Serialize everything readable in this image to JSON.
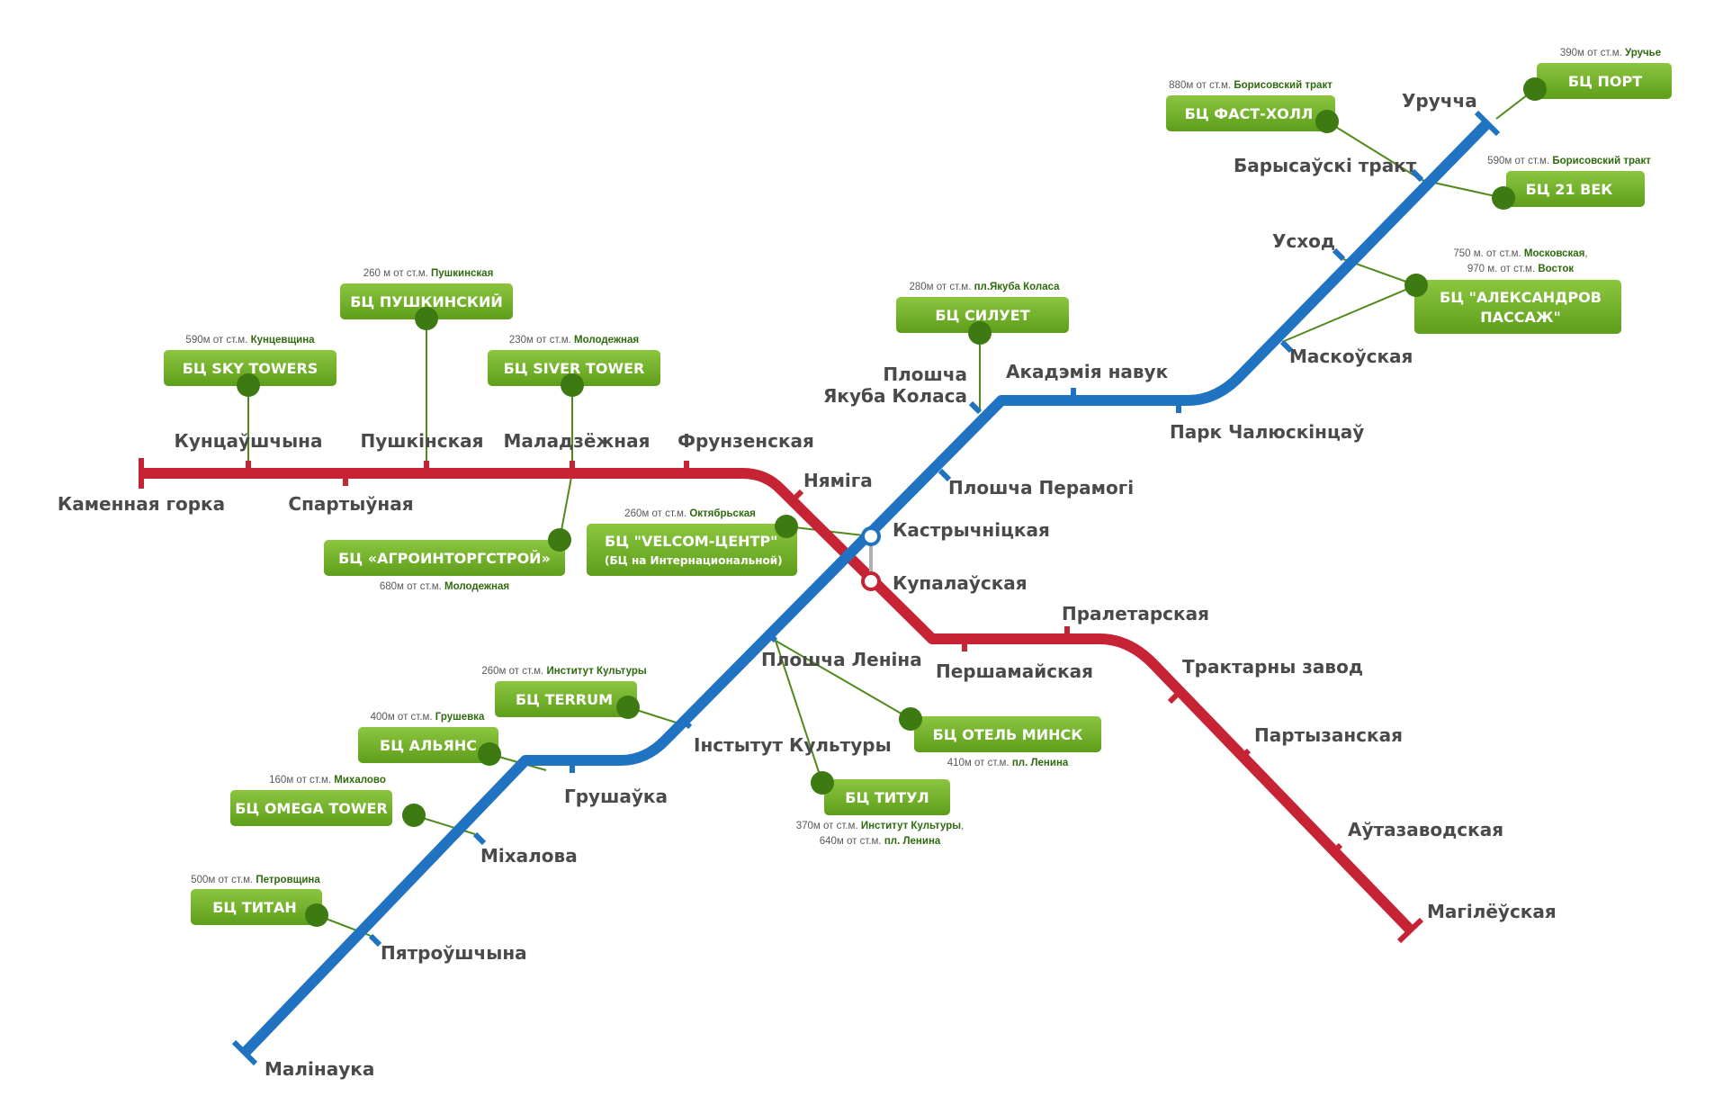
{
  "colors": {
    "red_line": "#c62335",
    "blue_line": "#1f73c1",
    "green_box": "#74b326",
    "green_dot": "#3e7a12",
    "connector": "#4f8a1b"
  },
  "stations": {
    "kamennaya_gorka": "Каменная горка",
    "kuntsaushchyna": "Кунцаўшчына",
    "spartyunaya": "Спартыўная",
    "pushkinskaya": "Пушкінская",
    "maladzyozhnaya": "Маладзёжная",
    "frunzenskaya": "Фрунзенская",
    "nyamiga": "Няміга",
    "kupalauskaya": "Купалаўская",
    "pershamayskaya": "Першамайская",
    "praletarskaya": "Пралетарская",
    "traktarny_zavod": "Трактарны завод",
    "partyzanskaya": "Партызанская",
    "autazavodskaya": "Аўтазаводская",
    "magileuskaya": "Магілёўская",
    "malinauka": "Малінаука",
    "pyatroushchyna": "Пятроўшчына",
    "mikhalova": "Міхалова",
    "grushauka": "Грушаўка",
    "instytut_kultury": "Інстытут Культуры",
    "ploshcha_lenina": "Плошча Леніна",
    "kastrychnitskaya": "Кастрычніцкая",
    "ploshcha_peramogi": "Плошча Перамогі",
    "ploshcha_yakuba_kolasa_1": "Плошча",
    "ploshcha_yakuba_kolasa_2": "Якуба Коласа",
    "akademiya_navuk": "Акадэмія навук",
    "park_chalyuskintsau": "Парк Чалюскінцаў",
    "maskouskaya": "Маскоўская",
    "uskhod": "Усход",
    "barysauski_trakt": "Барысаўскі тракт",
    "uruchcha": "Уручча"
  },
  "business_centers": {
    "sky_towers": {
      "name": "БЦ SKY TOWERS",
      "dist": "590м от ст.м. ",
      "station": "Кунцевщина"
    },
    "pushkinsky": {
      "name": "БЦ ПУШКИНСКИЙ",
      "dist": "260 м от ст.м. ",
      "station": "Пушкинская"
    },
    "siver_tower": {
      "name": "БЦ SIVER TOWER",
      "dist": "230м от ст.м. ",
      "station": "Молодежная"
    },
    "agrointorgstroy": {
      "name": "БЦ «АГРОИНТОРГСТРОЙ»",
      "dist": "680м от ст.м. ",
      "station": "Молодежная"
    },
    "velcom": {
      "name": "БЦ \"VELCOM-ЦЕНТР\"",
      "sub": "(БЦ на Интернациональной)",
      "dist": "260м от ст.м. ",
      "station": "Октябрьская"
    },
    "siluet": {
      "name": "БЦ СИЛУЕТ",
      "dist": "280м от ст.м. ",
      "station": "пл.Якуба Коласа"
    },
    "terrum": {
      "name": "БЦ TERRUM",
      "dist": "260м от ст.м. ",
      "station": "Институт Культуры"
    },
    "alyans": {
      "name": "БЦ АЛЬЯНС",
      "dist": "400м от ст.м. ",
      "station": "Грушевка"
    },
    "omega_tower": {
      "name": "БЦ OMEGA TOWER",
      "dist": "160м от ст.м. ",
      "station": "Михалово"
    },
    "titan": {
      "name": "БЦ ТИТАН",
      "dist": "500м от ст.м. ",
      "station": "Петровщина"
    },
    "hotel_minsk": {
      "name": "БЦ ОТЕЛЬ МИНСК",
      "dist": "410м от ст.м. ",
      "station": "пл. Ленина"
    },
    "titul": {
      "name": "БЦ ТИТУЛ",
      "dist1": "370м от ст.м. ",
      "station1": "Институт Культуры",
      "sep": ",",
      "dist2": "640м от ст.м. ",
      "station2": "пл. Ленина"
    },
    "fast_holl": {
      "name": "БЦ ФАСТ-ХОЛЛ",
      "dist": "880м от ст.м. ",
      "station": "Борисовский тракт"
    },
    "port": {
      "name": "БЦ ПОРТ",
      "dist": "390м от ст.м. ",
      "station": "Уручье"
    },
    "vek21": {
      "name": "БЦ 21 ВЕК",
      "dist": "590м от ст.м. ",
      "station": "Борисовский тракт"
    },
    "aleksandrov": {
      "name1": "БЦ \"АЛЕКСАНДРОВ",
      "name2": "ПАССАЖ\"",
      "dist1": "750 м. от ст.м. ",
      "station1": "Московская",
      "sep": ",",
      "dist2": "970 м. от ст.м. ",
      "station2": "Восток"
    }
  }
}
